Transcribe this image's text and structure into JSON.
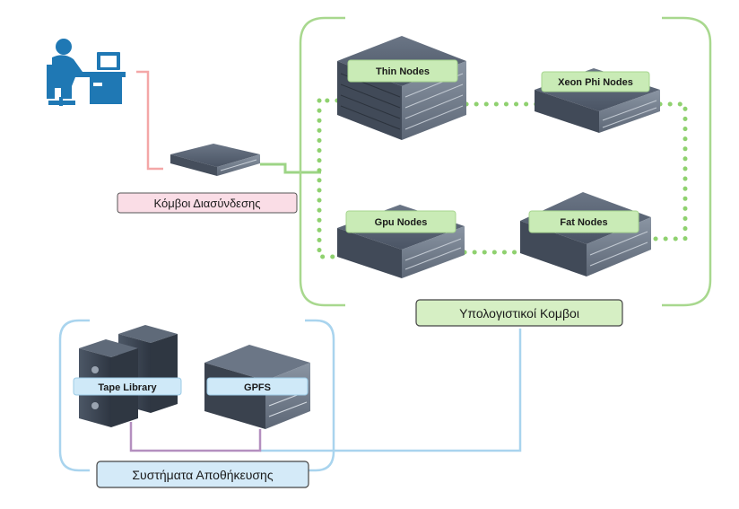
{
  "labels": {
    "login": "Κόμβοι Διασύνδεσης",
    "compute": "Υπολογιστικοί Κομβοι",
    "storage": "Συστήματα Αποθήκευσης"
  },
  "nodes": {
    "thin": "Thin Nodes",
    "xeon": "Xeon Phi Nodes",
    "gpu": "Gpu Nodes",
    "fat": "Fat Nodes",
    "tape": "Tape Library",
    "gpfs": "GPFS"
  },
  "colors": {
    "user": "#1f78b4",
    "pink_link": "#f4a7a7",
    "green_link": "#9dd486",
    "green_dots": "#8fd16f",
    "storage_line": "#a9d4ee",
    "purple_link": "#b48fbf",
    "server_dark": "#3d4756"
  }
}
